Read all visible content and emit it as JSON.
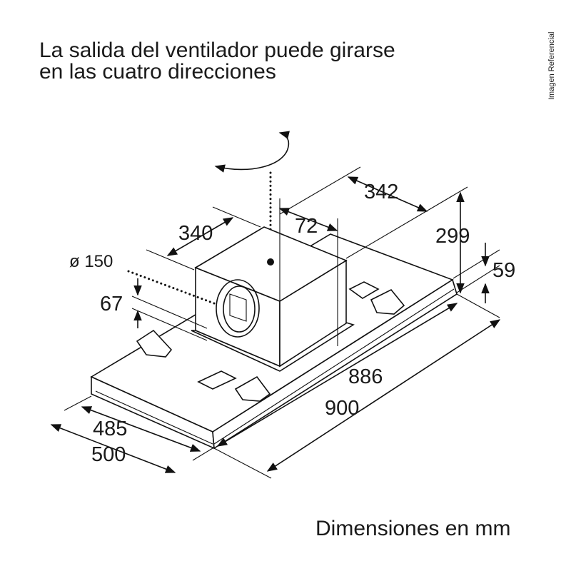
{
  "title": {
    "line1": "La salida del ventilador puede girarse",
    "line2": "en las cuatro direcciones"
  },
  "watermark": "Imagen Referencial",
  "dimensions": {
    "d342": "342",
    "d72": "72",
    "d340": "340",
    "d299": "299",
    "d59": "59",
    "d150": "ø 150",
    "d67": "67",
    "d886": "886",
    "d900": "900",
    "d485": "485",
    "d500": "500"
  },
  "footer": "Dimensiones en mm"
}
